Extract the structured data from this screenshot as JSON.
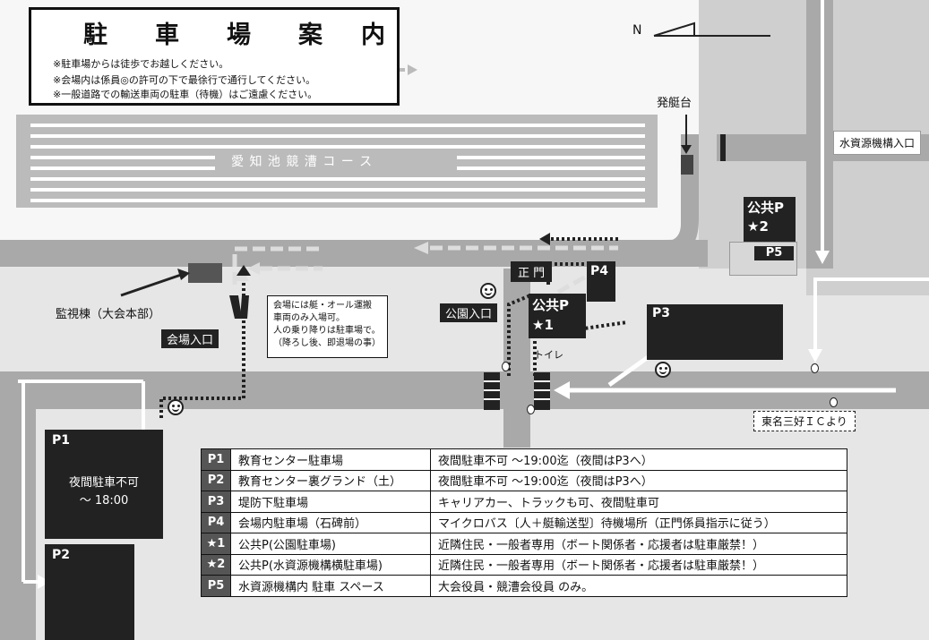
{
  "title": {
    "chars": [
      "駐",
      "車",
      "場",
      "案",
      "内"
    ],
    "notes": [
      "※駐車場からは徒歩でお越しください。",
      "※会場内は係員◎の許可の下で最徐行で通行してください。",
      "※一般道路での輸送車両の駐車（待機）はご遠慮ください。"
    ]
  },
  "map": {
    "north_label": "N",
    "course_label": "愛 知 池 競 漕 コ ー ス",
    "start_tower_label": "発艇台",
    "water_entrance_label": "水資源機構入口",
    "monitor_label": "監視棟（大会本部）",
    "venue_entrance_label": "会場入口",
    "park_entrance_label": "公園入口",
    "main_gate_label": "正 門",
    "toilet_label": "トイレ",
    "ic_label": "東名三好ＩＣより",
    "note_lines": [
      "会場には艇・オール運搬",
      "車両のみ入場可。",
      "人の乗り降りは駐車場で。",
      "（降ろし後、即退場の事）"
    ],
    "lots": {
      "p1": "P1",
      "p1_note_1": "夜間駐車不可",
      "p1_note_2": "～ 18:00",
      "p2": "P2",
      "p3": "P3",
      "p4": "P4",
      "p5": "P5",
      "public1_a": "公共P",
      "public1_b": "★1",
      "public2_a": "公共P",
      "public2_b": "★2"
    }
  },
  "legend": [
    {
      "code": "P1",
      "name": "教育センター駐車場",
      "desc": "夜間駐車不可 ～19:00迄（夜間はP3へ）"
    },
    {
      "code": "P2",
      "name": "教育センター裏グランド（土）",
      "desc": "夜間駐車不可 ～19:00迄（夜間はP3へ）"
    },
    {
      "code": "P3",
      "name": "堤防下駐車場",
      "desc": "キャリアカー、トラックも可、夜間駐車可"
    },
    {
      "code": "P4",
      "name": "会場内駐車場（石碑前）",
      "desc": "マイクロバス〔人＋艇輸送型〕待機場所（正門係員指示に従う）"
    },
    {
      "code": "★1",
      "name": "公共P(公園駐車場)",
      "desc": "近隣住民・一般者専用（ボート関係者・応援者は駐車厳禁！）"
    },
    {
      "code": "★2",
      "name": "公共P(水資源機構横駐車場)",
      "desc": "近隣住民・一般者専用（ボート関係者・応援者は駐車厳禁！）"
    },
    {
      "code": "P5",
      "name": "水資源機構内 駐車 スペース",
      "desc": "大会役員・競漕会役員 のみ。"
    }
  ]
}
